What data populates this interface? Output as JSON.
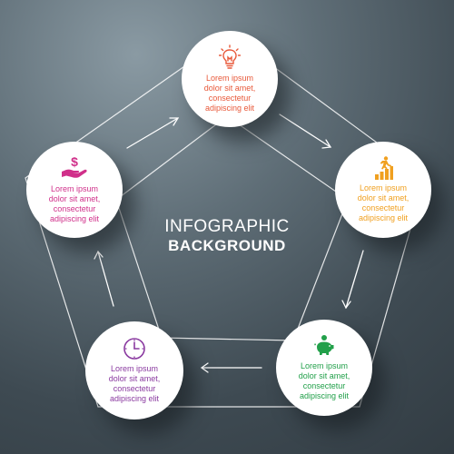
{
  "title": {
    "line1": "INFOGRAPHIC",
    "line2": "BACKGROUND"
  },
  "colors": {
    "top": "#e8593a",
    "right": "#f0a020",
    "bottom_right": "#22a04a",
    "bottom_left": "#8a3aa0",
    "left": "#d0308a"
  },
  "nodes": [
    {
      "id": "top",
      "icon": "lightbulb-icon",
      "text": "Lorem ipsum\ndolor sit amet,\nconsectetur\nadipiscing elit"
    },
    {
      "id": "right",
      "icon": "growth-chart-icon",
      "text": "Lorem ipsum\ndolor sit amet,\nconsectetur\nadipiscing elit"
    },
    {
      "id": "bottom_right",
      "icon": "piggy-bank-icon",
      "text": "Lorem ipsum\ndolor sit amet,\nconsectetur\nadipiscing elit"
    },
    {
      "id": "bottom_left",
      "icon": "clock-icon",
      "text": "Lorem ipsum\ndolor sit amet,\nconsectetur\nadipiscing elit"
    },
    {
      "id": "left",
      "icon": "money-hand-icon",
      "text": "Lorem ipsum\ndolor sit amet,\nconsectetur\nadipiscing elit"
    }
  ]
}
